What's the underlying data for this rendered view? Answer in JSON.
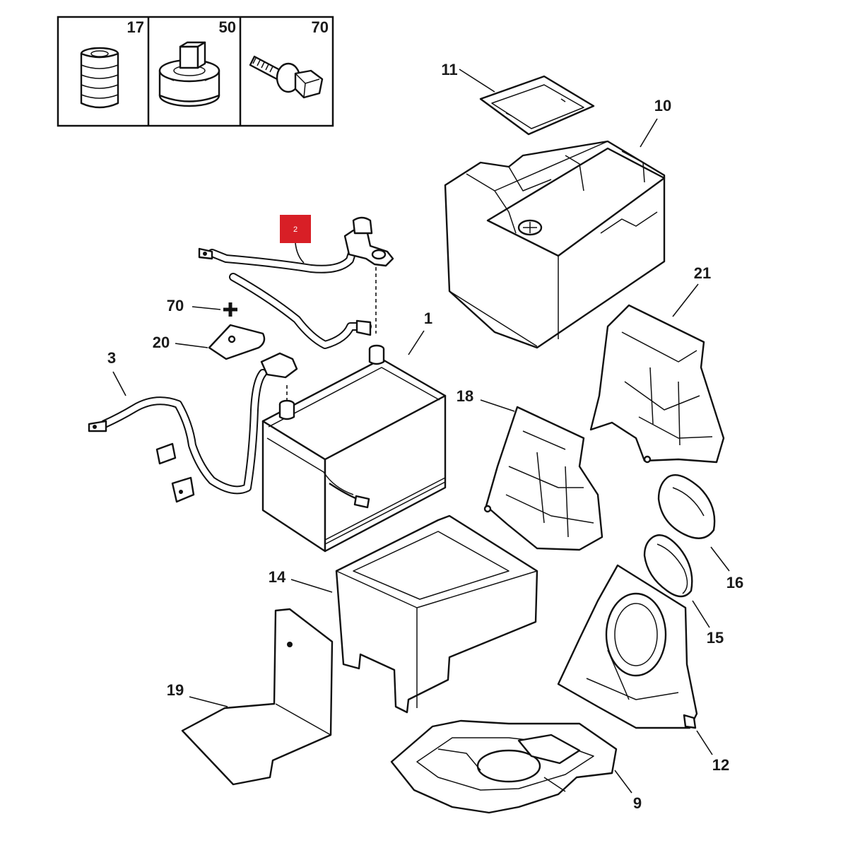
{
  "inset": {
    "cells": [
      {
        "label": "17",
        "icon": "bump-stop-icon"
      },
      {
        "label": "50",
        "icon": "terminal-clamp-icon"
      },
      {
        "label": "70",
        "icon": "bolt-icon"
      }
    ]
  },
  "highlight": {
    "label": "2",
    "color": "#d81f26"
  },
  "callouts": {
    "c1": "1",
    "c3": "3",
    "c9": "9",
    "c10": "10",
    "c11": "11",
    "c12": "12",
    "c14": "14",
    "c15": "15",
    "c16": "16",
    "c18": "18",
    "c19": "19",
    "c20": "20",
    "c21": "21",
    "c70": "70"
  }
}
